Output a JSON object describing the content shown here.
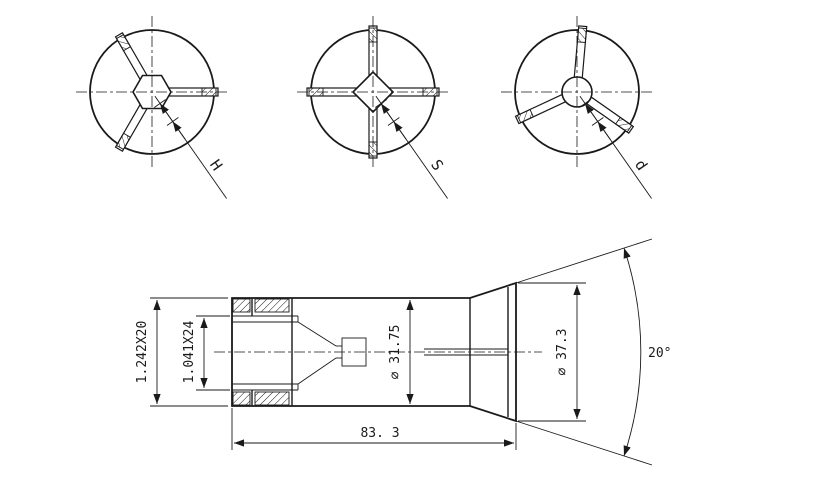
{
  "colors": {
    "line": "#1a1a1a",
    "bg": "#ffffff"
  },
  "drawing": {
    "front_views": [
      {
        "bore_shape": "hex",
        "dim_label": "H"
      },
      {
        "bore_shape": "square",
        "dim_label": "S"
      },
      {
        "bore_shape": "round",
        "dim_label": "d"
      }
    ],
    "side_view": {
      "external_thread": "1.242X20",
      "internal_thread": "1.041X24",
      "body_diameter": "⌀ 31.75",
      "nose_diameter": "⌀ 37.3",
      "taper_angle": "20°",
      "overall_length": "83. 3"
    }
  }
}
